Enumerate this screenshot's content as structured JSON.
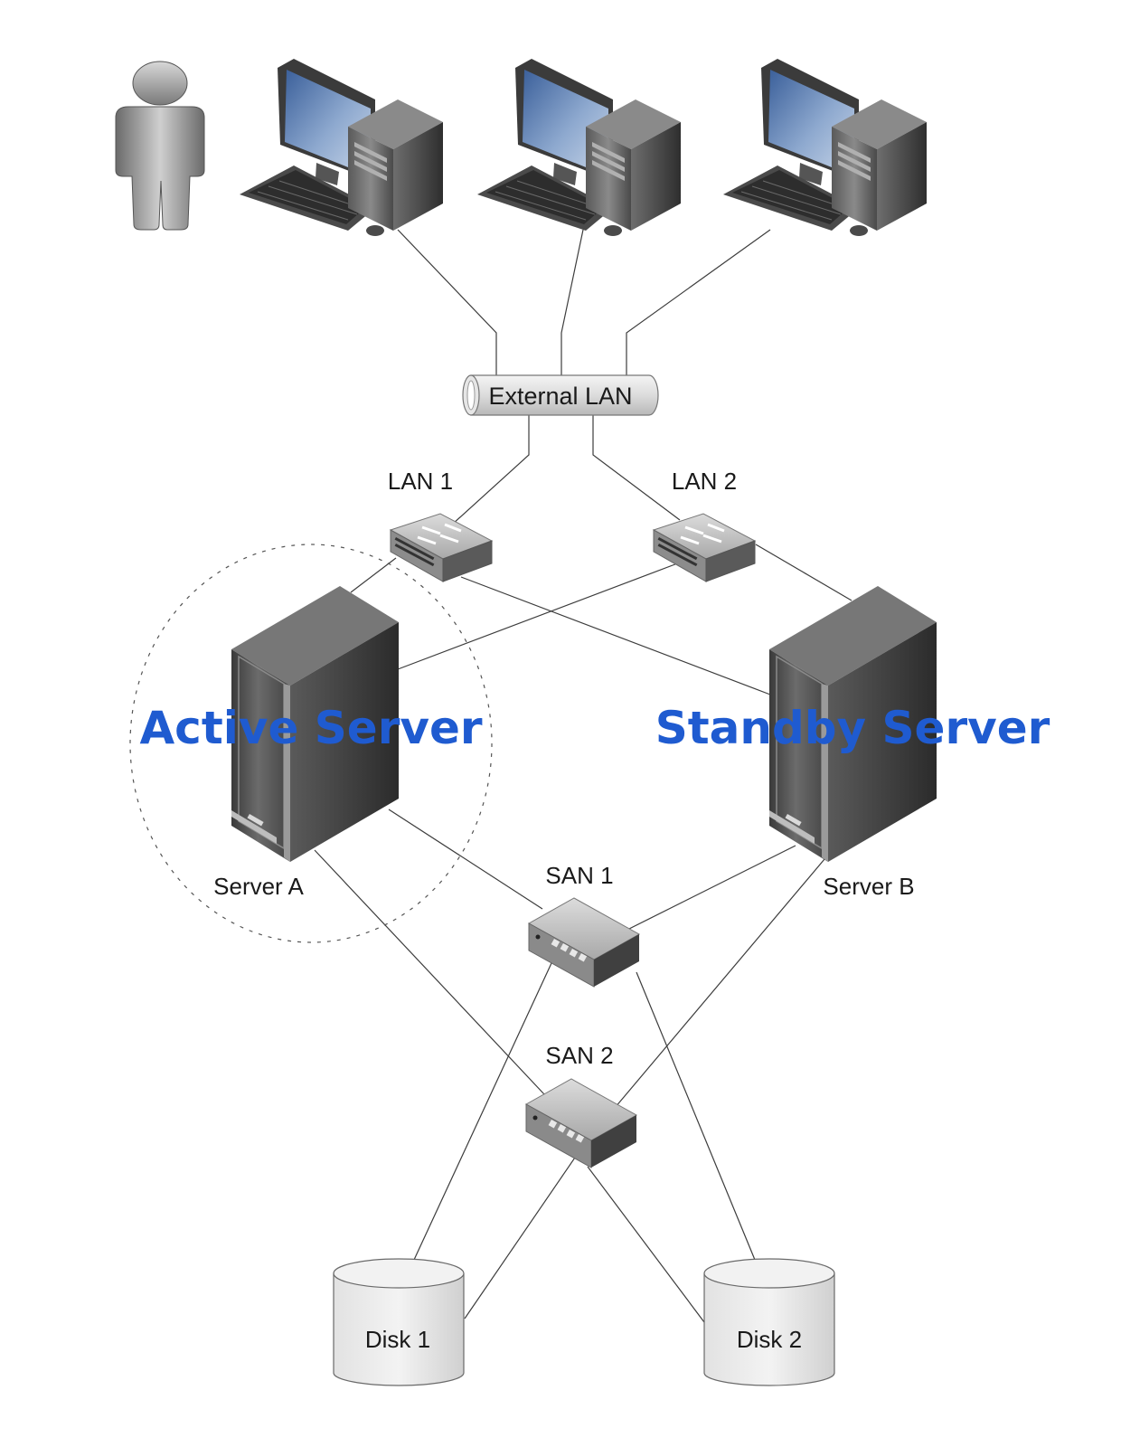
{
  "nodes": {
    "external_lan": "External LAN",
    "lan1": "LAN 1",
    "lan2": "LAN 2",
    "server_a": "Server A",
    "server_b": "Server B",
    "san1": "SAN 1",
    "san2": "SAN 2",
    "disk1": "Disk 1",
    "disk2": "Disk 2"
  },
  "callouts": {
    "active": "Active Server",
    "standby": "Standby Server"
  },
  "colors": {
    "callout": "#1f5bd0",
    "line": "#3c3c3c"
  },
  "icons": [
    "user-icon",
    "workstation-icon",
    "network-switch-icon",
    "server-tower-icon",
    "san-switch-icon",
    "disk-cylinder-icon"
  ]
}
